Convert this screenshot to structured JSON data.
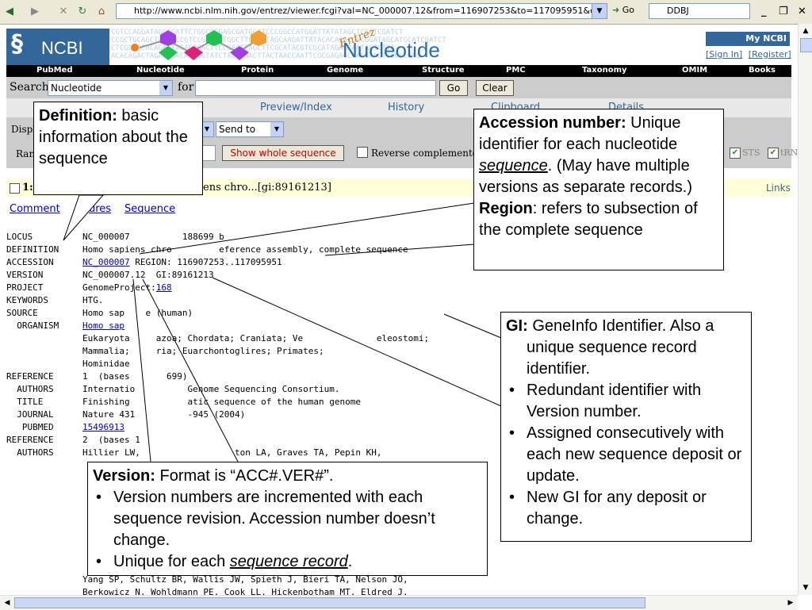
{
  "browser": {
    "url": "http://www.ncbi.nlm.nih.gov/entrez/viewer.fcgi?val=NC_000007.12&from=116907253&to=117095951&dopt=gb",
    "go_label": "Go",
    "search_value": "DDBJ"
  },
  "header": {
    "logo_text": "NCBI",
    "entrez_label": "Entrez",
    "product_title": "Nucleotide",
    "my_ncbi": "My NCBI",
    "sign_in": "[Sign In]",
    "register": "[Register]"
  },
  "nav": [
    "PubMed",
    "Nucleotide",
    "Protein",
    "Genome",
    "Structure",
    "PMC",
    "Taxonomy",
    "OMIM",
    "Books"
  ],
  "search": {
    "label": "Search",
    "db_value": "Nucleotide",
    "for_label": "for",
    "go_label": "Go",
    "clear_label": "Clear"
  },
  "tabs": [
    "Preview/Index",
    "History",
    "Clipboard",
    "Details"
  ],
  "display": {
    "label_fragment": "Displ",
    "send_to": "Send to",
    "range_fragment": "Ran",
    "show_whole": "Show whole sequence",
    "reverse_label": "Reverse complemented s",
    "sts_label": "STS",
    "trna_label": "tRN"
  },
  "result": {
    "number": "1:",
    "text": "ens chro...[gi:89161213]",
    "links": "Links"
  },
  "record_links": [
    "Comment",
    "ures",
    "Sequence"
  ],
  "record": [
    {
      "label": "LOCUS",
      "value": "NC_000007          188699 b"
    },
    {
      "label": "DEFINITION",
      "value": "Homo sapiens chro         eference assembly, complete sequence"
    },
    {
      "label": "ACCESSION",
      "value": "NC_000007",
      "value2": " REGION: 116907253..117095951"
    },
    {
      "label": "VERSION",
      "value": "NC_000007.12  GI:89161213"
    },
    {
      "label": "PROJECT",
      "value": "GenomeProject:",
      "link": "168"
    },
    {
      "label": "KEYWORDS",
      "value": "HTG."
    },
    {
      "label": "SOURCE",
      "value": "Homo sap    e (human)"
    },
    {
      "label": "  ORGANISM",
      "value": "Homo sap"
    },
    {
      "label": "",
      "value": "Eukaryota     azoa; Chordata; Craniata; Ve              eleostomi;"
    },
    {
      "label": "",
      "value": "Mammalia;     ria; Euarchontoglires; Primates;"
    },
    {
      "label": "",
      "value": "Hominidae"
    },
    {
      "label": "REFERENCE",
      "value": "1  (bases       699)"
    },
    {
      "label": "  AUTHORS",
      "value": "Internatio          Genome Sequencing Consortium."
    },
    {
      "label": "  TITLE",
      "value": "Finishing           atic sequence of the human genome"
    },
    {
      "label": "  JOURNAL",
      "value": "Nature 431          -945 (2004)"
    },
    {
      "label": "   PUBMED",
      "value": "",
      "link": "15496913"
    },
    {
      "label": "REFERENCE",
      "value": "2  (bases 1"
    },
    {
      "label": "  AUTHORS",
      "value": "Hillier LW,                  ton LA, Graves TA, Pepin KH,"
    }
  ],
  "record_tail": [
    "Yang SP, Schultz BR, Wallis JW, Spieth J, Bieri TA, Nelson JO,",
    "Berkowicz N, Wohldmann PE, Cook LL, Hickenbotham MT, Eldred J,"
  ],
  "callouts": {
    "definition": {
      "title": "Definition:",
      "body": " basic information about the sequence"
    },
    "accession": {
      "title": "Accession number:",
      "body1": " Unique identifier for each nucleotide ",
      "em": "sequence",
      "body2": ".  (May have multiple versions as separate records.)",
      "title2": "Region",
      "body3": ": refers to subsection of the complete sequence"
    },
    "gi": {
      "title": "GI:",
      "body": " GeneInfo Identifier.  Also a unique sequence record identifier.",
      "bullets": [
        "Redundant identifier with Version number.",
        "Assigned consecutively with each new sequence deposit or update.",
        "New GI for any deposit or change."
      ]
    },
    "version": {
      "title": "Version:",
      "body": " Format is “ACC#.VER#”.",
      "bullet1": "Version numbers are incremented with each sequence revision.  Accession number doesn’t change.",
      "bullet2_pre": "Unique for each ",
      "bullet2_em": "sequence record",
      "bullet2_post": "."
    }
  }
}
